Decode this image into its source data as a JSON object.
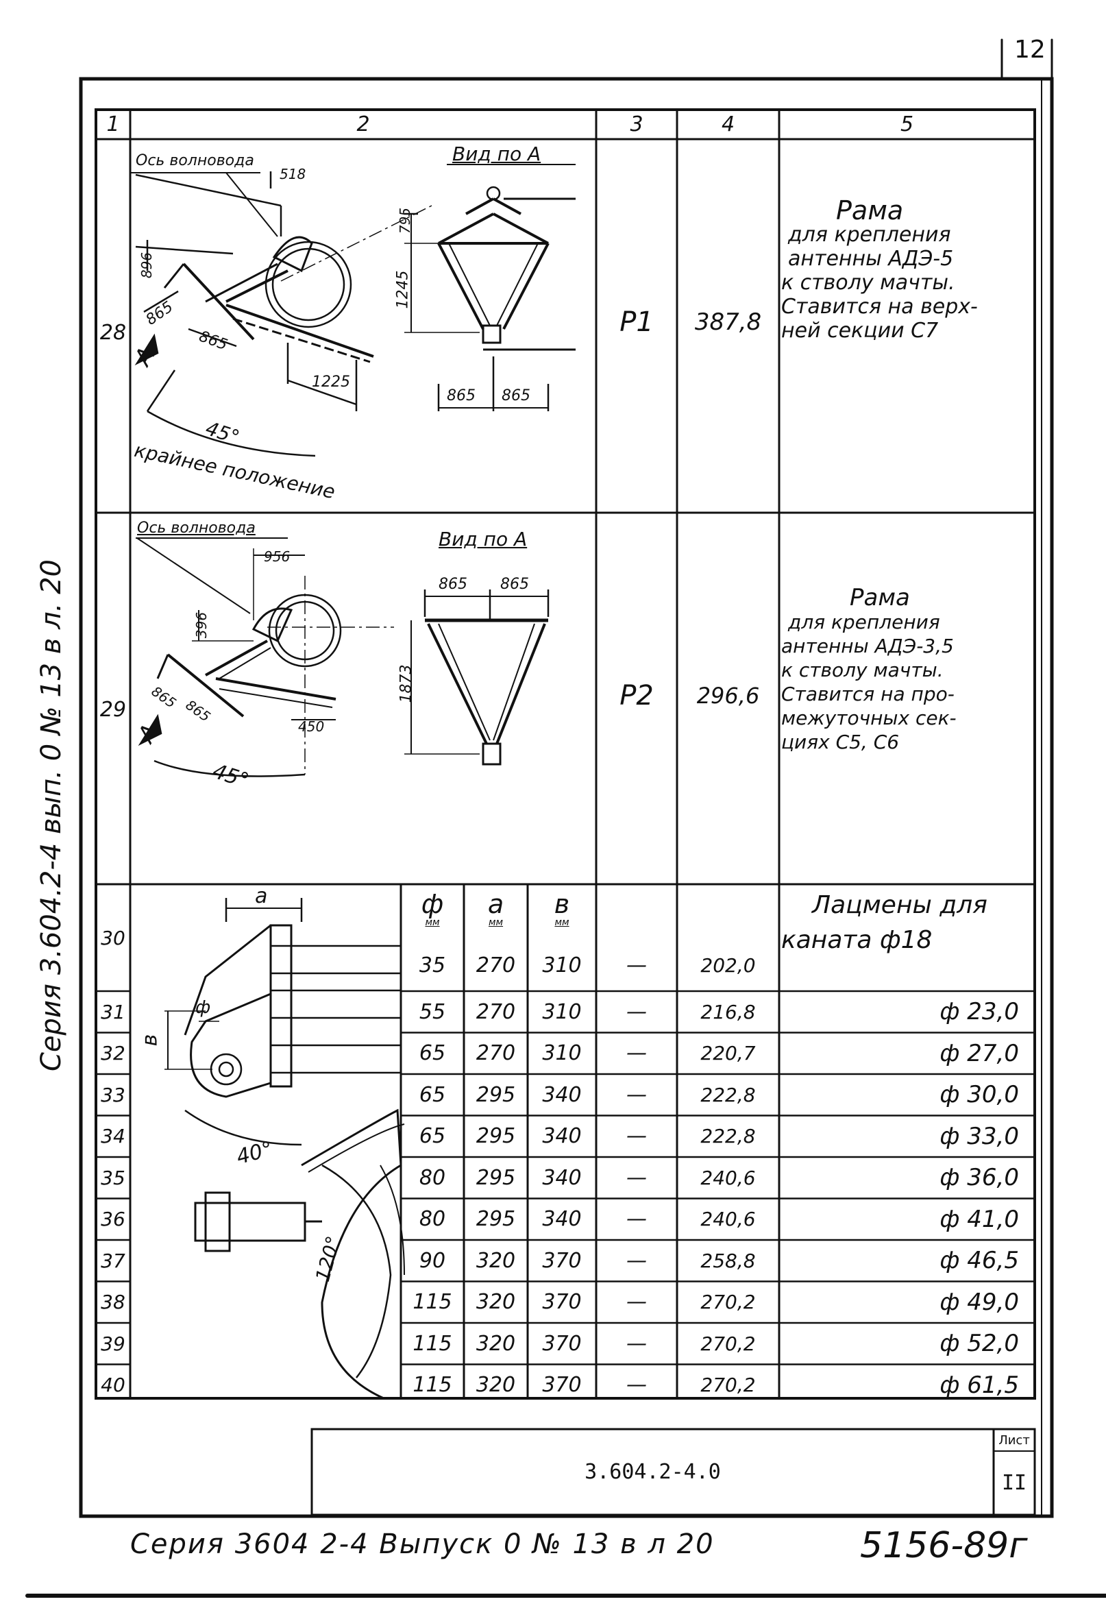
{
  "page_number": "12",
  "side_note": "Серия 3.604.2-4 вып. 0 № 13 в л. 20",
  "header": {
    "c1": "1",
    "c2": "2",
    "c3": "3",
    "c4": "4",
    "c5": "5"
  },
  "rows": [
    {
      "num": "28",
      "mark": "Р1",
      "mass": "387,8",
      "desc": [
        "Рама",
        "для крепления",
        "антенны АДЭ-5",
        "к стволу мачты.",
        "Ставится на верх-",
        "ней секции С7"
      ],
      "fig": {
        "axis_label": "Ось волновода",
        "view_label": "Вид по А",
        "arrow_label": "А",
        "angle": "45°",
        "extreme": "крайнее положение",
        "dims": [
          "518",
          "896",
          "865",
          "865",
          "1225",
          "795",
          "1245",
          "865",
          "865"
        ]
      }
    },
    {
      "num": "29",
      "mark": "Р2",
      "mass": "296,6",
      "desc": [
        "Рама",
        "для крепления",
        "антенны АДЭ-3,5",
        "к стволу мачты.",
        "Ставится на про-",
        "межуточных сек-",
        "циях С5, С6"
      ],
      "fig": {
        "axis_label": "Ось волновода",
        "view_label": "Вид по А",
        "arrow_label": "А",
        "angle": "45°",
        "dims": [
          "956",
          "396",
          "865",
          "865",
          "450",
          "865",
          "865",
          "1873"
        ]
      }
    }
  ],
  "flange": {
    "title_line1": "Лацмены для",
    "title_line2": "каната ф18",
    "fig": {
      "a": "а",
      "b": "в",
      "phi": "ф",
      "angle1": "40°",
      "angle2": "120°"
    },
    "columns": [
      {
        "sym": "ф",
        "unit": "мм"
      },
      {
        "sym": "а",
        "unit": "мм"
      },
      {
        "sym": "в",
        "unit": "мм"
      }
    ],
    "items": [
      {
        "num": "30",
        "phi": "35",
        "a": "270",
        "b": "310",
        "mark": "—",
        "mass": "202,0",
        "desc": ""
      },
      {
        "num": "31",
        "phi": "55",
        "a": "270",
        "b": "310",
        "mark": "—",
        "mass": "216,8",
        "desc": "ф 23,0"
      },
      {
        "num": "32",
        "phi": "65",
        "a": "270",
        "b": "310",
        "mark": "—",
        "mass": "220,7",
        "desc": "ф 27,0"
      },
      {
        "num": "33",
        "phi": "65",
        "a": "295",
        "b": "340",
        "mark": "—",
        "mass": "222,8",
        "desc": "ф 30,0"
      },
      {
        "num": "34",
        "phi": "65",
        "a": "295",
        "b": "340",
        "mark": "—",
        "mass": "222,8",
        "desc": "ф 33,0"
      },
      {
        "num": "35",
        "phi": "80",
        "a": "295",
        "b": "340",
        "mark": "—",
        "mass": "240,6",
        "desc": "ф 36,0"
      },
      {
        "num": "36",
        "phi": "80",
        "a": "295",
        "b": "340",
        "mark": "—",
        "mass": "240,6",
        "desc": "ф 41,0"
      },
      {
        "num": "37",
        "phi": "90",
        "a": "320",
        "b": "370",
        "mark": "—",
        "mass": "258,8",
        "desc": "ф 46,5"
      },
      {
        "num": "38",
        "phi": "115",
        "a": "320",
        "b": "370",
        "mark": "—",
        "mass": "270,2",
        "desc": "ф 49,0"
      },
      {
        "num": "39",
        "phi": "115",
        "a": "320",
        "b": "370",
        "mark": "—",
        "mass": "270,2",
        "desc": "ф 52,0"
      },
      {
        "num": "40",
        "phi": "115",
        "a": "320",
        "b": "370",
        "mark": "—",
        "mass": "270,2",
        "desc": "ф 61,5"
      }
    ]
  },
  "stamp": {
    "doc_code": "3.604.2-4.0",
    "sheet_label": "Лист",
    "sheet_no": "II"
  },
  "footer": {
    "series": "Серия 3604 2-4 Выпуск 0 № 13 в л 20",
    "inventory": "5156-89г"
  }
}
